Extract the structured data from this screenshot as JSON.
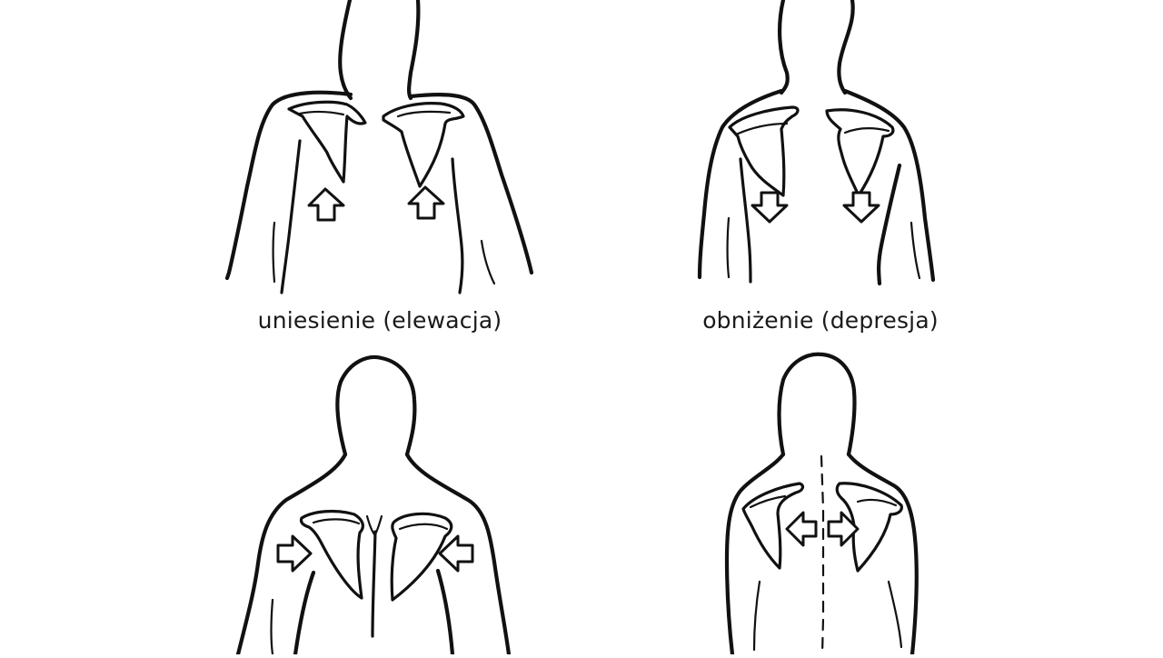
{
  "panels": [
    {
      "id": "elevation",
      "caption": "uniesienie (elewacja)",
      "arrow_direction": "up"
    },
    {
      "id": "depression",
      "caption": "obniżenie (depresja)",
      "arrow_direction": "down"
    },
    {
      "id": "retraction",
      "caption": "",
      "arrow_direction": "inward"
    },
    {
      "id": "protraction",
      "caption": "",
      "arrow_direction": "outward"
    }
  ],
  "colors": {
    "ink": "#111111",
    "background": "#ffffff"
  }
}
